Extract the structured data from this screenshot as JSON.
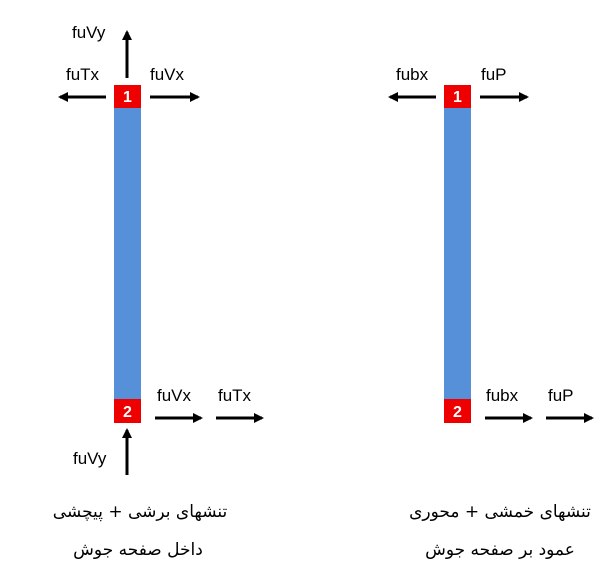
{
  "colors": {
    "member": "#5590d8",
    "node": "#ee0000",
    "arrow": "#000000"
  },
  "left_panel": {
    "node_top": "1",
    "node_bottom": "2",
    "top_labels": {
      "up": "fuVy",
      "left": "fuTx",
      "right": "fuVx"
    },
    "bottom_labels": {
      "right1": "fuVx",
      "right2": "fuTx",
      "down": "fuVy"
    },
    "caption_line1": "تنشهای برشی + پیچشی",
    "caption_line2": "داخل صفحه جوش"
  },
  "right_panel": {
    "node_top": "1",
    "node_bottom": "2",
    "top_labels": {
      "left": "fubx",
      "right": "fuP"
    },
    "bottom_labels": {
      "right1": "fubx",
      "right2": "fuP"
    },
    "caption_line1": "تنشهای خمشی + محوری",
    "caption_line2": "عمود بر صفحه جوش"
  }
}
